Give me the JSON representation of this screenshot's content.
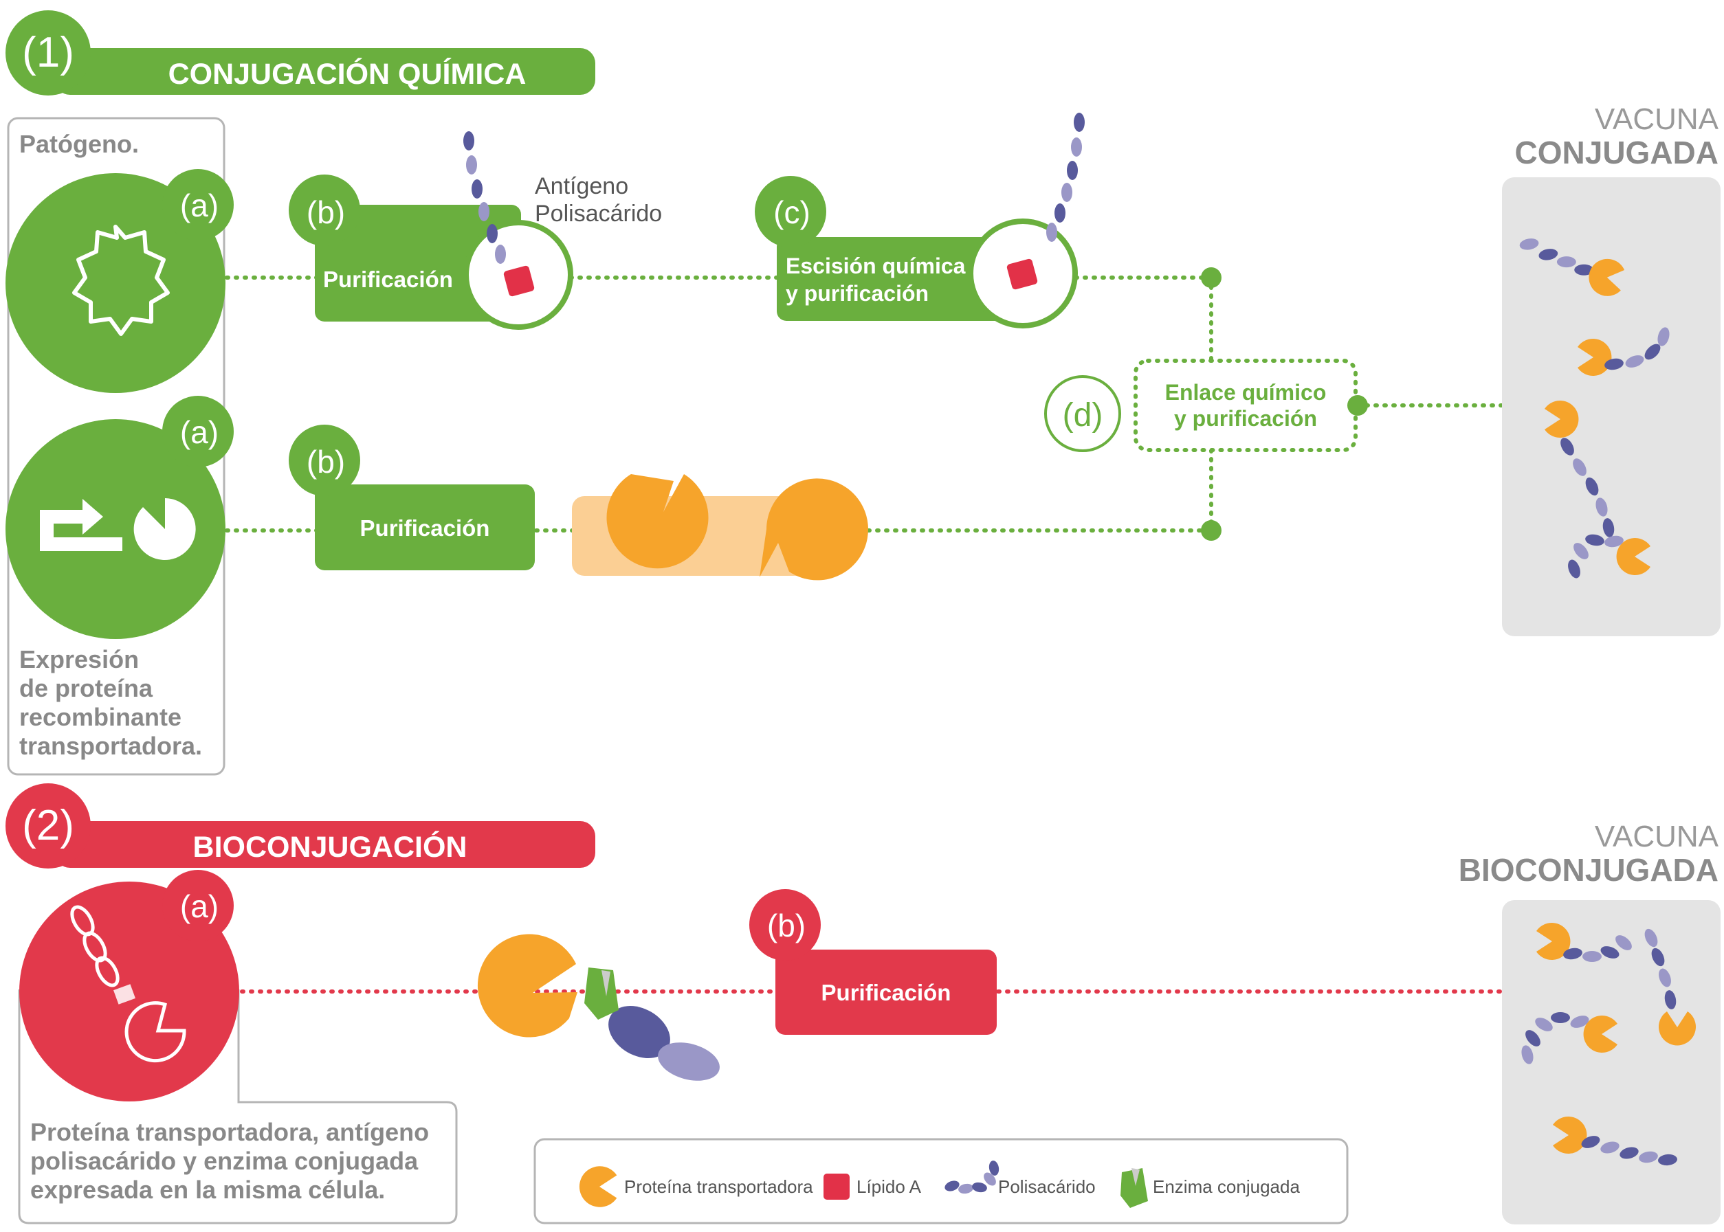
{
  "colors": {
    "green": "#6AAF3E",
    "red": "#E2394B",
    "orange": "#F6A42B",
    "orange_light": "#FBCF94",
    "lipid_red": "#E23148",
    "poly_dark": "#585A9C",
    "poly_light": "#9A97C7",
    "gray_text": "#888888",
    "gray_box": "#E4E4E4",
    "gray_border": "#B5B5B5"
  },
  "section1": {
    "number": "(1)",
    "title": "CONJUGACIÓN QUÍMICA",
    "pathogen_label": "Patógeno.",
    "step_a_top": "(a)",
    "step_b_top": "(b)",
    "purif_top": "Purificación",
    "antigen_label_line1": "Antígeno",
    "antigen_label_line2": "Polisacárido",
    "step_c": "(c)",
    "cleavage_line1": "Escisión química",
    "cleavage_line2": "y purificación",
    "step_d": "(d)",
    "link_line1": "Enlace químico",
    "link_line2": "y purificación",
    "step_a_bottom": "(a)",
    "step_b_bottom": "(b)",
    "purif_bottom": "Purificación",
    "expression_line1": "Expresión",
    "expression_line2": "de proteína",
    "expression_line3": "recombinante",
    "expression_line4": "transportadora.",
    "vaccine_line1": "VACUNA",
    "vaccine_line2": "CONJUGADA"
  },
  "section2": {
    "number": "(2)",
    "title": "BIOCONJUGACIÓN",
    "step_a": "(a)",
    "step_b": "(b)",
    "purif": "Purificación",
    "caption_line1": "Proteína transportadora, antígeno",
    "caption_line2": "polisacárido y enzima conjugada",
    "caption_line3": "expresada en la misma célula.",
    "vaccine_line1": "VACUNA",
    "vaccine_line2": "BIOCONJUGADA"
  },
  "legend": {
    "carrier_protein": "Proteína transportadora",
    "lipid_a": "Lípido A",
    "polysaccharide": "Polisacárido",
    "conjugating_enzyme": "Enzima conjugada"
  }
}
